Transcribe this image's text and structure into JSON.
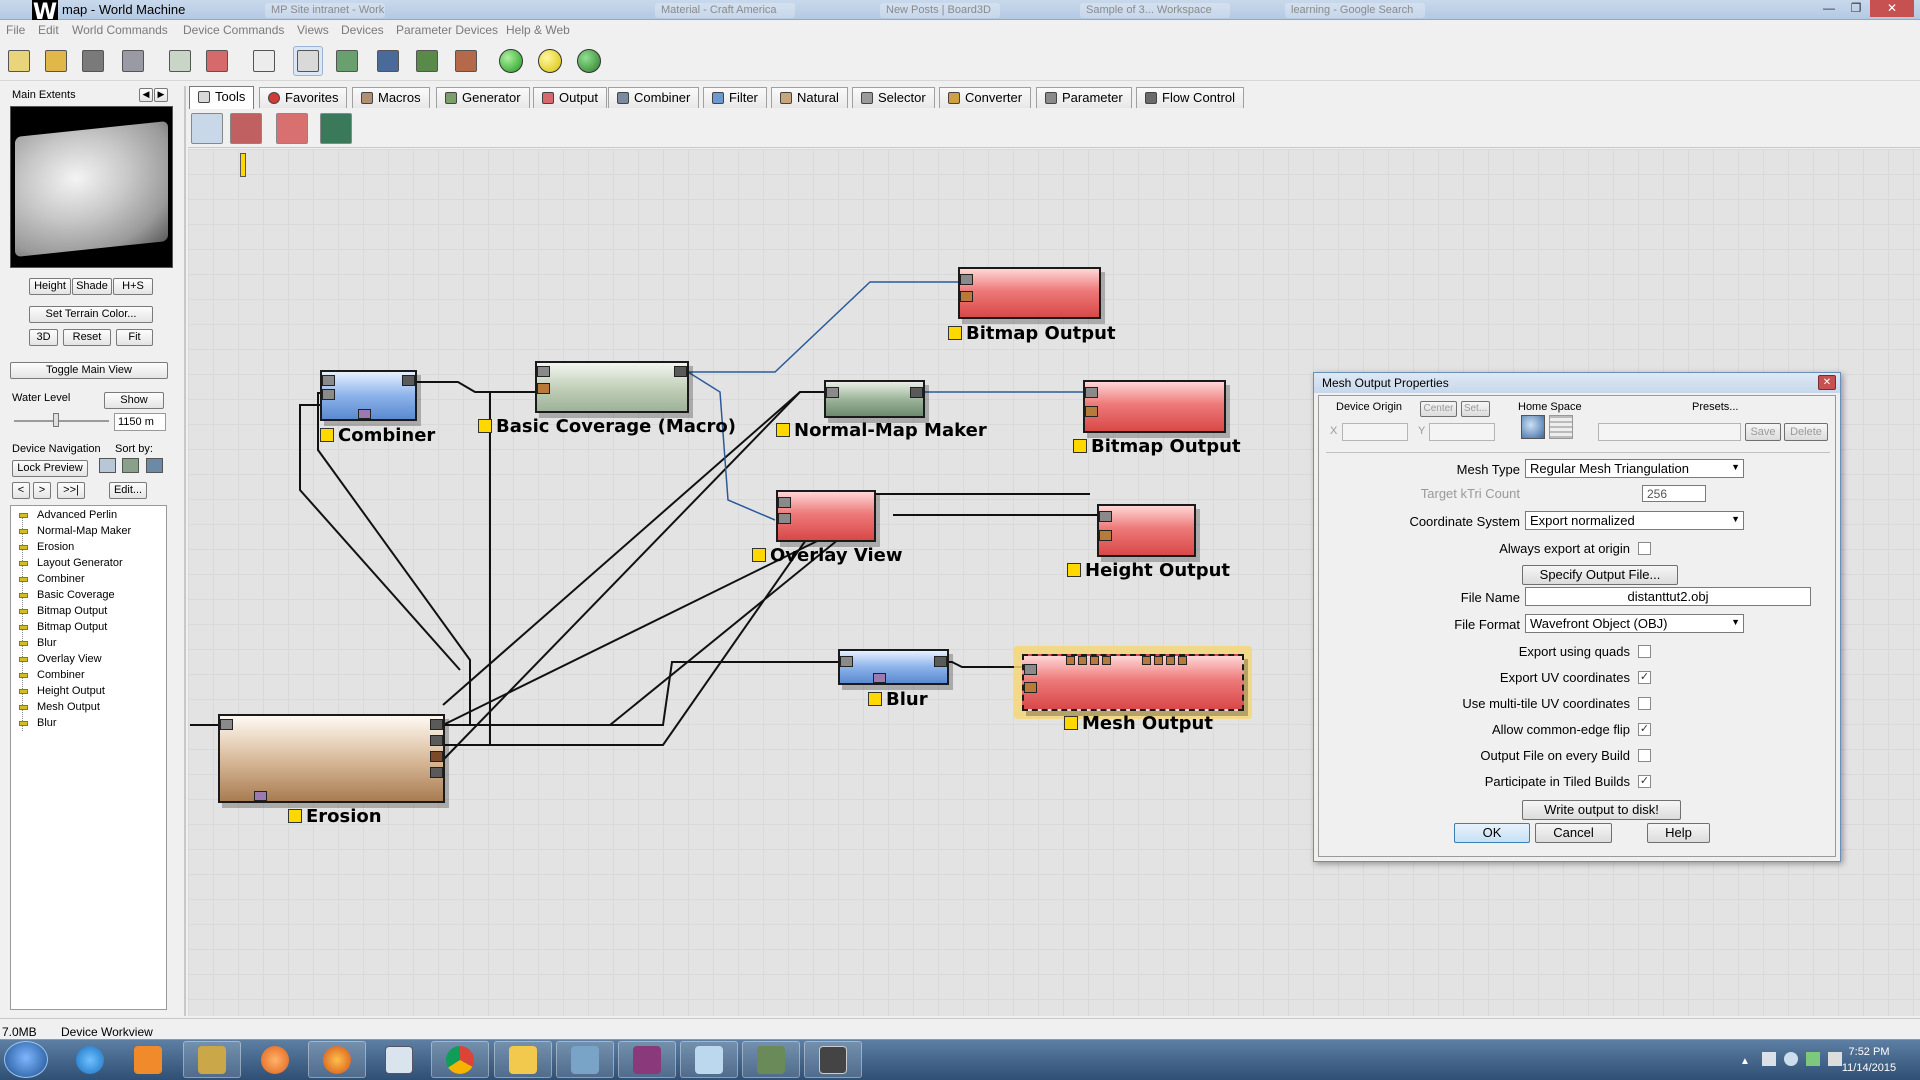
{
  "window": {
    "title": "map - World Machine",
    "logo": "W"
  },
  "ghost_tabs": [
    "",
    "",
    "MP Site intranet - Work",
    "",
    "Material - Craft America",
    "New Posts | Board3D",
    "Sample of 3... Workspace",
    "learning - Google Search"
  ],
  "menu": [
    "File",
    "Edit",
    "World Commands",
    "Device Commands",
    "Views",
    "Devices",
    "Parameter Devices",
    "Help & Web"
  ],
  "left_panel": {
    "header": "Main Extents",
    "view_buttons": [
      "Height",
      "Shade",
      "H+S"
    ],
    "set_terrain_color": "Set Terrain Color...",
    "mode_buttons": [
      "3D",
      "Reset",
      "Fit"
    ],
    "toggle_main_view": "Toggle Main View",
    "water_level_label": "Water Level",
    "show_button": "Show",
    "water_level_value": "1150 m",
    "device_navigation_label": "Device Navigation",
    "sort_by_label": "Sort by:",
    "lock_preview": "Lock Preview",
    "nav_buttons": [
      "<",
      ">",
      ">>|"
    ],
    "edit_button": "Edit...",
    "devices": [
      "Advanced Perlin",
      "Normal-Map Maker",
      "Erosion",
      "Layout Generator",
      "Combiner",
      "Basic Coverage",
      "Bitmap Output",
      "Bitmap Output",
      "Blur",
      "Overlay View",
      "Combiner",
      "Height Output",
      "Mesh Output",
      "Blur"
    ]
  },
  "tabs": [
    "Tools",
    "Favorites",
    "Macros",
    "Generator",
    "Output",
    "Combiner",
    "Filter",
    "Natural",
    "Selector",
    "Converter",
    "Parameter",
    "Flow Control"
  ],
  "nodes": {
    "combiner": "Combiner",
    "basic_coverage": "Basic Coverage (Macro)",
    "normal_map": "Normal-Map Maker",
    "overlay": "Overlay View",
    "bitmap1": "Bitmap Output",
    "bitmap2": "Bitmap Output",
    "height_output": "Height Output",
    "blur": "Blur",
    "mesh_output": "Mesh Output",
    "erosion": "Erosion"
  },
  "dialog": {
    "title": "Mesh Output Properties",
    "device_origin": "Device Origin",
    "center": "Center",
    "set": "Set...",
    "home_space": "Home Space",
    "presets": "Presets...",
    "x": "X",
    "y": "Y",
    "save": "Save",
    "delete": "Delete",
    "mesh_type_label": "Mesh Type",
    "mesh_type_value": "Regular Mesh Triangulation",
    "target_label": "Target kTri Count",
    "target_value": "256",
    "coord_label": "Coordinate System",
    "coord_value": "Export normalized",
    "always_export": "Always export at origin",
    "specify_output": "Specify Output File...",
    "file_name_label": "File Name",
    "file_name_value": "distanttut2.obj",
    "file_format_label": "File Format",
    "file_format_value": "Wavefront Object (OBJ)",
    "opt_quads": "Export using quads",
    "opt_uv": "Export UV coordinates",
    "opt_multitile": "Use multi-tile UV coordinates",
    "opt_edgeflip": "Allow common-edge flip",
    "opt_every_build": "Output File on every Build",
    "opt_tiled": "Participate in Tiled Builds",
    "write_output": "Write output to disk!",
    "ok": "OK",
    "cancel": "Cancel",
    "help": "Help",
    "checks": {
      "always_export": false,
      "quads": false,
      "uv": true,
      "multitile": false,
      "edgeflip": true,
      "every_build": false,
      "tiled": true
    }
  },
  "status": {
    "memory": "7.0MB",
    "workview": "Device Workview"
  },
  "taskbar": {
    "time": "7:52 PM",
    "date": "11/14/2015"
  }
}
